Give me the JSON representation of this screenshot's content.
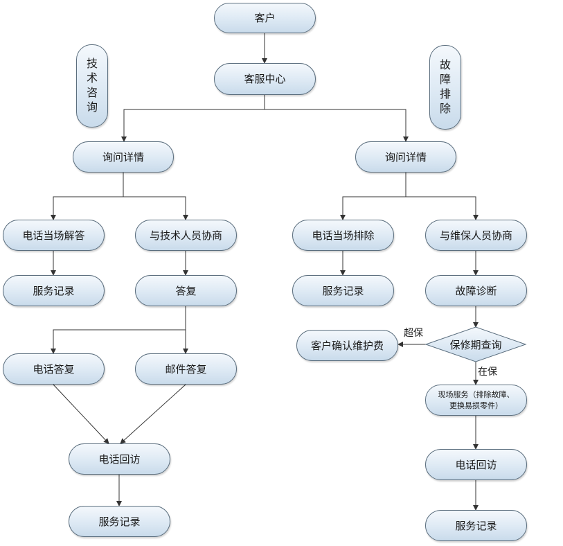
{
  "nodes": {
    "customer": "客户",
    "service_center": "客服中心",
    "tech_consult": [
      "技",
      "术",
      "咨",
      "询"
    ],
    "fault_fix": [
      "故",
      "障",
      "排",
      "除"
    ],
    "left_inquiry": "询问详情",
    "right_inquiry": "询问详情",
    "phone_answer": "电话当场解答",
    "consult_tech": "与技术人员协商",
    "phone_fix": "电话当场排除",
    "consult_maint": "与维保人员协商",
    "left_record_1": "服务记录",
    "reply": "答复",
    "right_record_1": "服务记录",
    "fault_diagnose": "故障诊断",
    "customer_confirm_fee": "客户确认维护费",
    "warranty_check": "保修期查询",
    "phone_reply": "电话答复",
    "email_reply": "邮件答复",
    "onsite_service": [
      "现场服务（排除故障、",
      "更换易损零件）"
    ],
    "left_callback": "电话回访",
    "right_callback": "电话回访",
    "left_record_2": "服务记录",
    "right_record_2": "服务记录"
  },
  "edge_labels": {
    "over_warranty": "超保",
    "in_warranty": "在保"
  },
  "colors": {
    "line": "#333333",
    "node_border": "#5b6e7e",
    "node_fill_top": "#f4f8fc",
    "node_fill_bottom": "#c9dbeb"
  }
}
